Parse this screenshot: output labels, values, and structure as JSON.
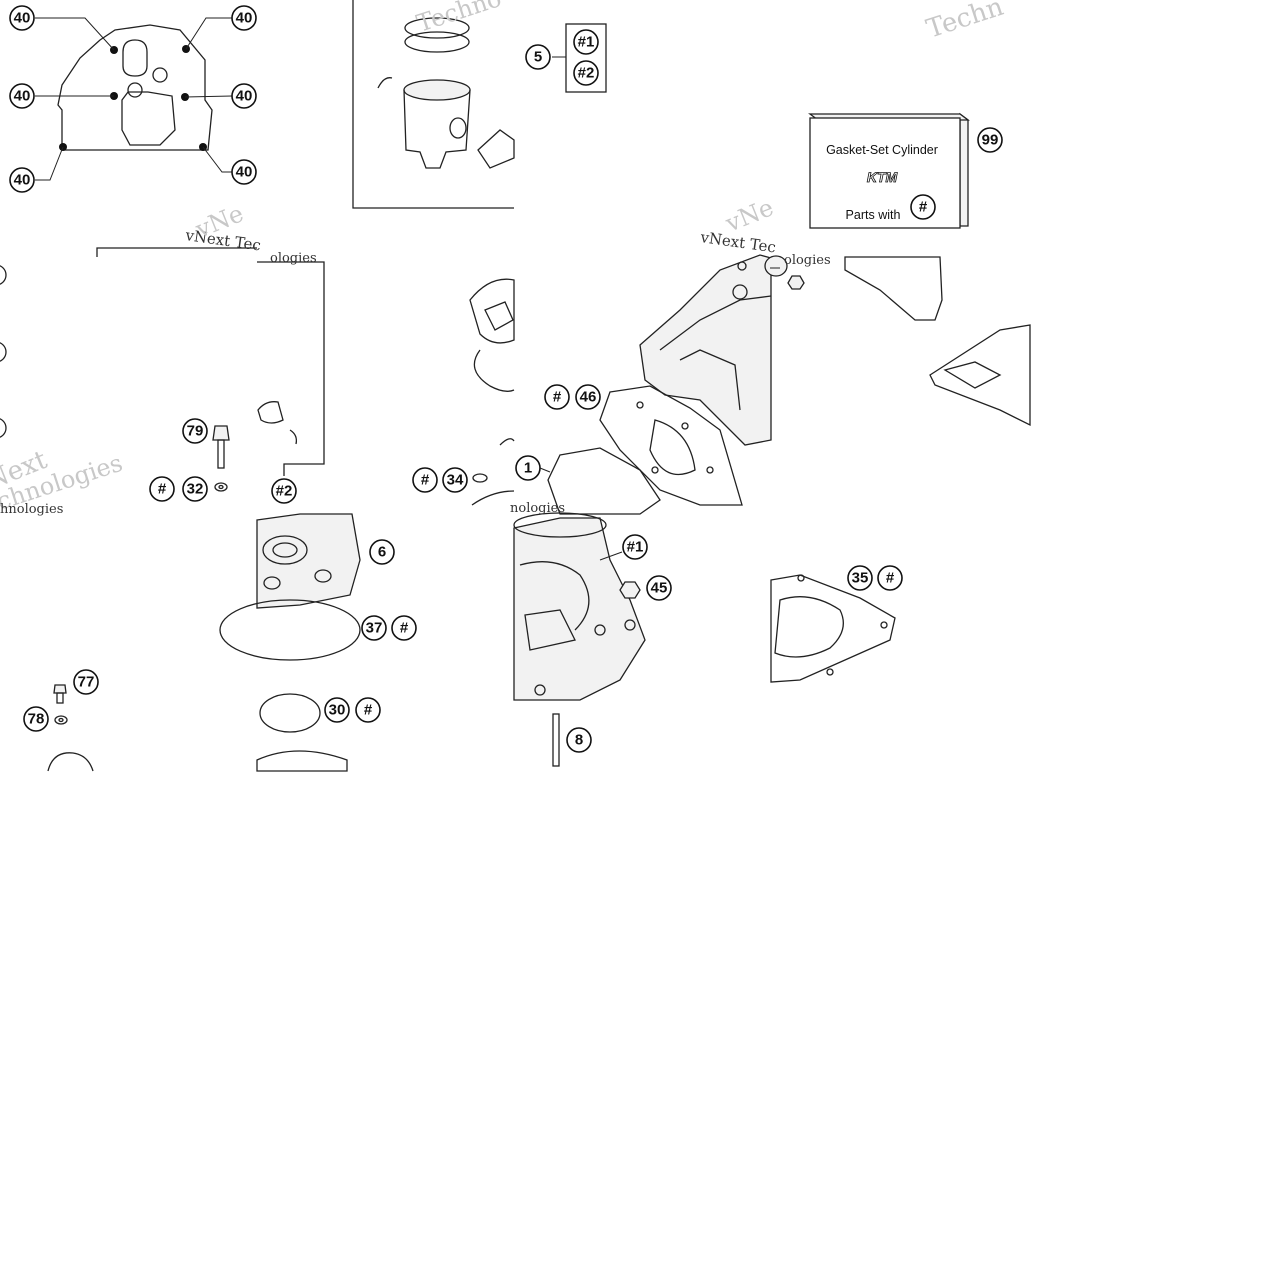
{
  "watermark": {
    "brand_a": "vNext Tec",
    "brand_b": "vNext Tec",
    "line_technologies": "hnologies",
    "frag_techno": "Techno",
    "frag_techn": "Techn",
    "frag_vne_a": "vNe",
    "frag_vne_b": "vNe",
    "frag_xt": "Next",
    "frag_tech_large": "chnologies",
    "frag_logies": "nologies",
    "frag_ologies": "ologies"
  },
  "gasket_box": {
    "title": "Gasket-Set Cylinder",
    "brand": "KTM",
    "footer": "Parts with",
    "badge": "#"
  },
  "callouts": [
    {
      "id": "c40a",
      "label": "40"
    },
    {
      "id": "c40b",
      "label": "40"
    },
    {
      "id": "c40c",
      "label": "40"
    },
    {
      "id": "c40d",
      "label": "40"
    },
    {
      "id": "c40e",
      "label": "40"
    },
    {
      "id": "c40f",
      "label": "40"
    },
    {
      "id": "c5",
      "label": "5"
    },
    {
      "id": "c1a",
      "label": "#1"
    },
    {
      "id": "c2a",
      "label": "#2"
    },
    {
      "id": "c99",
      "label": "99"
    },
    {
      "id": "c79",
      "label": "79"
    },
    {
      "id": "chash32",
      "label": "#"
    },
    {
      "id": "c32",
      "label": "32"
    },
    {
      "id": "c2b",
      "label": "#2"
    },
    {
      "id": "chash34",
      "label": "#"
    },
    {
      "id": "c34",
      "label": "34"
    },
    {
      "id": "c1",
      "label": "1"
    },
    {
      "id": "chash46",
      "label": "#"
    },
    {
      "id": "c46",
      "label": "46"
    },
    {
      "id": "c6",
      "label": "6"
    },
    {
      "id": "c37",
      "label": "37"
    },
    {
      "id": "chash37",
      "label": "#"
    },
    {
      "id": "c77",
      "label": "77"
    },
    {
      "id": "c78",
      "label": "78"
    },
    {
      "id": "c30",
      "label": "30"
    },
    {
      "id": "chash30",
      "label": "#"
    },
    {
      "id": "c1b",
      "label": "#1"
    },
    {
      "id": "c45",
      "label": "45"
    },
    {
      "id": "c8",
      "label": "8"
    },
    {
      "id": "c35",
      "label": "35"
    },
    {
      "id": "chash35",
      "label": "#"
    }
  ]
}
